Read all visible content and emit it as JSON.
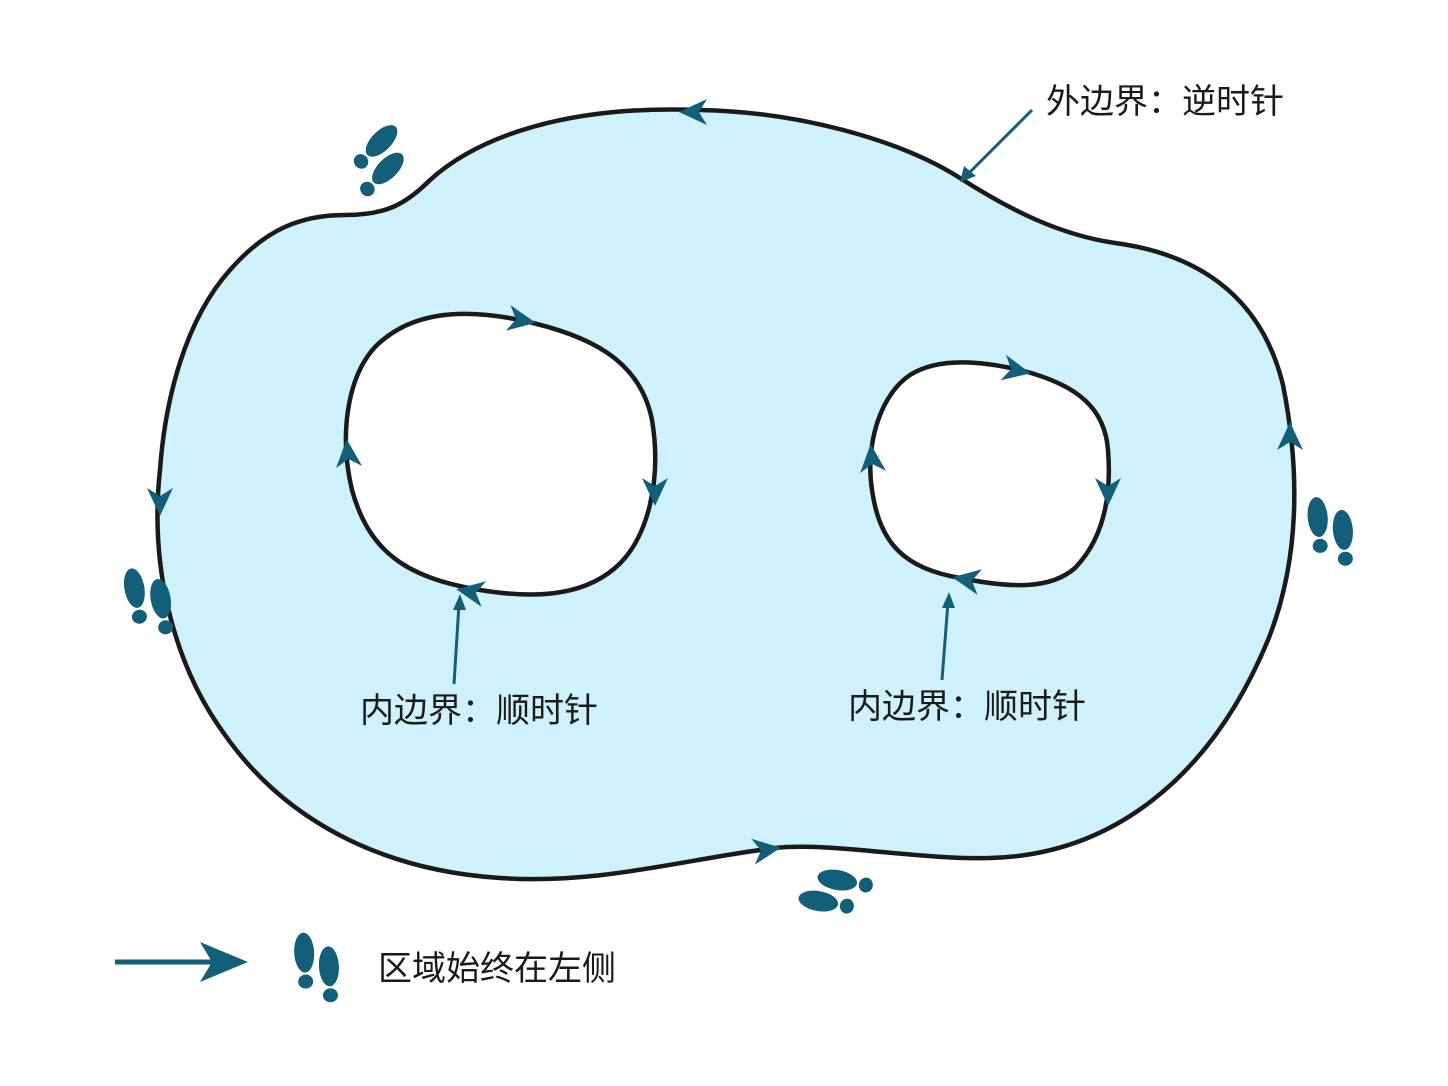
{
  "colors": {
    "region_fill": "#cff1fb",
    "hole_fill": "#ffffff",
    "boundary_stroke": "#1a1a1a",
    "accent": "#135f7a"
  },
  "labels": {
    "outer_boundary": "外边界：逆时针",
    "inner_boundary_left": "内边界：顺时针",
    "inner_boundary_right": "内边界：顺时针"
  },
  "legend": {
    "text": "区域始终在左侧",
    "arrow_icon": "arrow-right-icon",
    "footprint_icon": "footprints-icon"
  }
}
